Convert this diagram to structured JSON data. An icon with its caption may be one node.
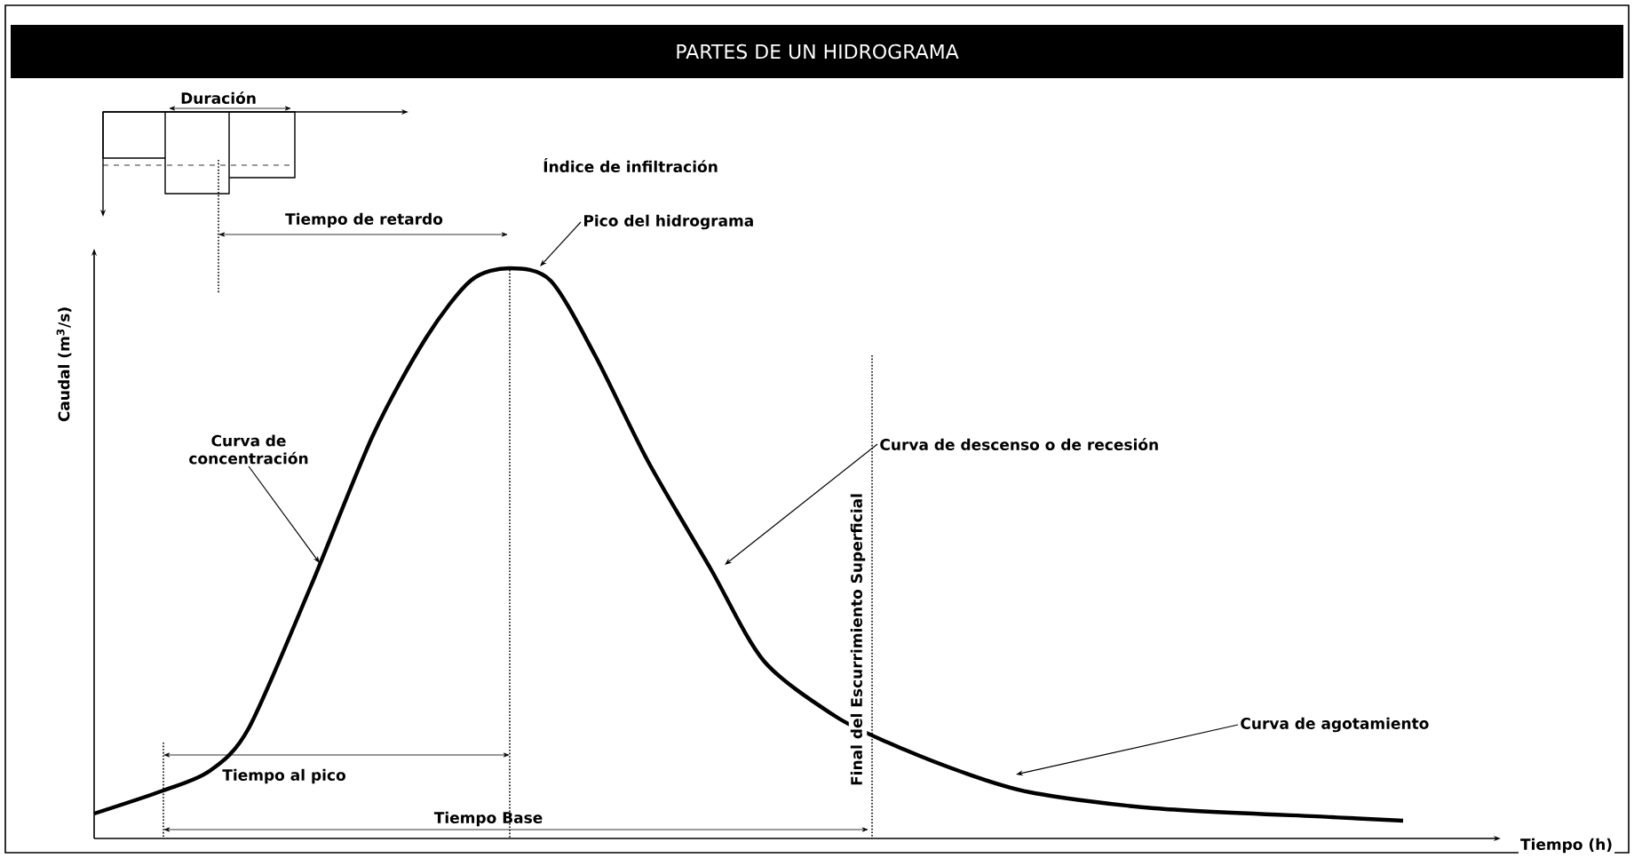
{
  "diagram": {
    "title": "PARTES DE UN HIDROGRAMA",
    "nodes": [
      {
        "text": [
          "Pico del hidrograma"
        ]
      },
      {
        "text": [
          "Curva de concentración"
        ]
      },
      {
        "text": [
          "Curva de descenso o  de recesión"
        ]
      },
      {
        "text": [
          "Curva de agotamiento"
        ]
      }
    ],
    "edges": [
      {
        "from": 0,
        "to": null,
        "arrow": "to"
      },
      {
        "from": 1,
        "to": null,
        "arrow": "to"
      },
      {
        "from": 2,
        "to": null,
        "arrow": "to"
      },
      {
        "from": 3,
        "to": null,
        "arrow": "to"
      }
    ],
    "labels": [
      "Duración",
      "Índice de infiltración",
      "Tiempo de retardo",
      "Caudal (m$^{3}$/s)",
      "Final del Escurrimiento Superficial",
      "Tiempo al pico",
      "Tiempo Base",
      "Tiempo (h)"
    ]
  }
}
